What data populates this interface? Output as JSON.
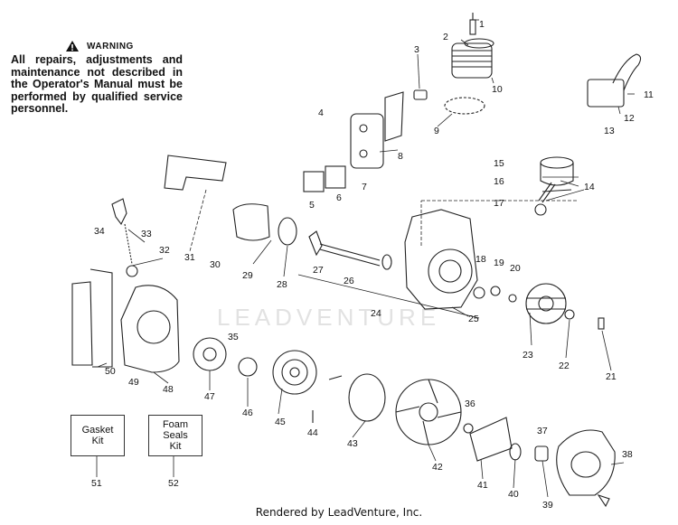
{
  "warning": {
    "title": "WARNING",
    "body": "All repairs, adjustments and maintenance not described in the Operator's Manual must be performed by qualified service personnel."
  },
  "kits": [
    {
      "text": "Gasket\nKit",
      "number": "51"
    },
    {
      "text": "Foam\nSeals\nKit",
      "number": "52"
    }
  ],
  "callouts": [
    "1",
    "2",
    "3",
    "4",
    "5",
    "6",
    "7",
    "8",
    "9",
    "10",
    "11",
    "12",
    "13",
    "14",
    "15",
    "16",
    "17",
    "18",
    "19",
    "20",
    "21",
    "22",
    "23",
    "24",
    "25",
    "26",
    "27",
    "28",
    "29",
    "30",
    "31",
    "32",
    "33",
    "34",
    "35",
    "36",
    "37",
    "38",
    "39",
    "40",
    "41",
    "42",
    "43",
    "44",
    "45",
    "46",
    "47",
    "48",
    "49",
    "50"
  ],
  "watermark": "LEADVENTURE",
  "footer": "Rendered by LeadVenture, Inc."
}
